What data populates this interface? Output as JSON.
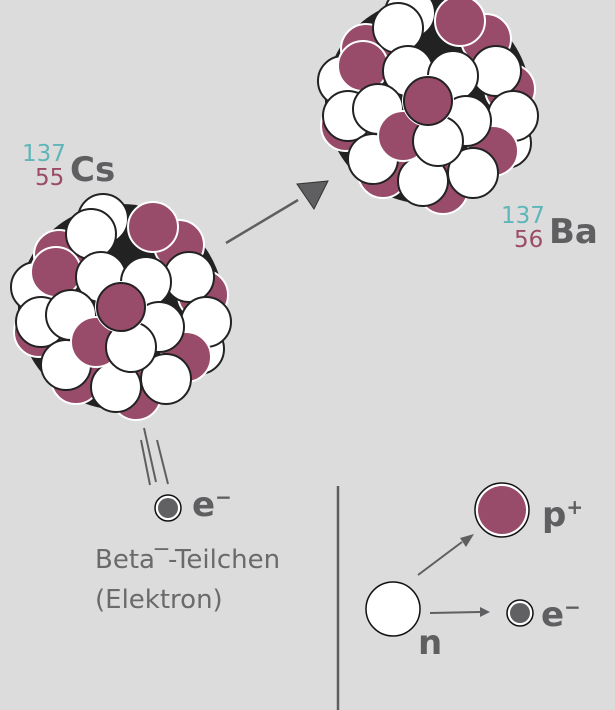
{
  "colors": {
    "background": "#dcdcdc",
    "proton": "#994c6a",
    "neutron": "#ffffff",
    "outline": "#222222",
    "electron": "#616163",
    "mass_number": "#5fb6b9",
    "atomic_number": "#9a4b67",
    "symbol_text": "#5f5f62",
    "arrow": "#5f5f62"
  },
  "parent_nucleus": {
    "mass_number": "137",
    "atomic_number": "55",
    "symbol": "Cs"
  },
  "daughter_nucleus": {
    "mass_number": "137",
    "atomic_number": "56",
    "symbol": "Ba"
  },
  "emitted_particle": {
    "symbol": "e",
    "charge": "−",
    "caption_line1": "Beta‾-Teilchen",
    "caption_line2": "(Elektron)"
  },
  "decay_scheme": {
    "neutron_label": "n",
    "proton_label": "p",
    "proton_charge": "+",
    "electron_label": "e",
    "electron_charge": "−"
  }
}
